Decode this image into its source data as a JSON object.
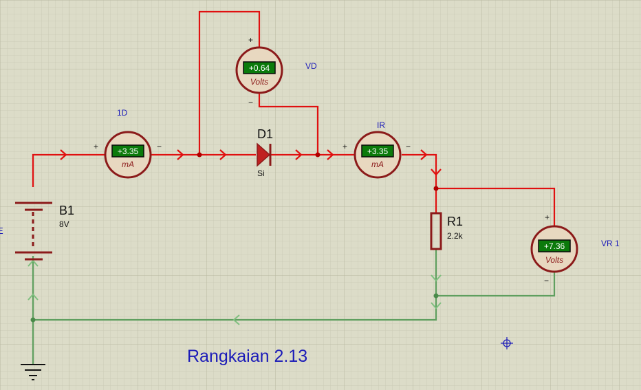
{
  "title": "Rangkaian 2.13",
  "edge_label": "E",
  "battery": {
    "name": "B1",
    "value": "8V"
  },
  "diode": {
    "name": "D1",
    "value": "Si"
  },
  "resistor": {
    "name": "R1",
    "value": "2.2k"
  },
  "meters": {
    "id": {
      "label": "1D",
      "reading": "+3.35",
      "unit": "mA",
      "plus": "+",
      "minus": "−"
    },
    "vd": {
      "label": "VD",
      "reading": "+0.64",
      "unit": "Volts",
      "plus": "+",
      "minus": "−"
    },
    "ir": {
      "label": "IR",
      "reading": "+3.35",
      "unit": "mA",
      "plus": "+",
      "minus": "−"
    },
    "vr": {
      "label": "VR 1",
      "reading": "+7.36",
      "unit": "Volts",
      "plus": "+",
      "minus": "−"
    }
  },
  "colors": {
    "grid_bg": "#dcdcc8",
    "wire_active": "#e01010",
    "wire_ground": "#5f9f5f",
    "label_blue": "#1b1bb8",
    "meter_rim": "#8b1a1a",
    "lcd": "#0b7a0b"
  }
}
